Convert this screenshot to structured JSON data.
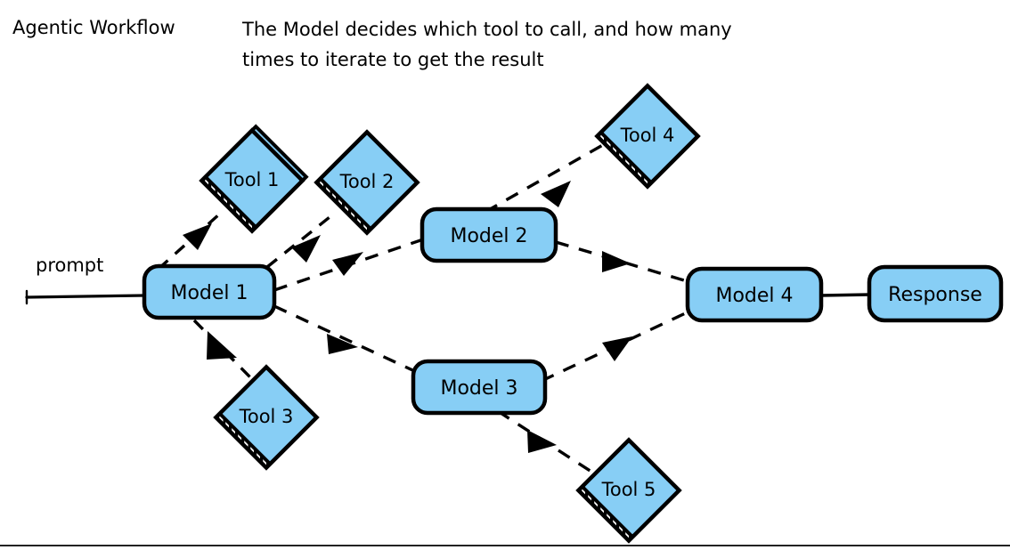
{
  "header": {
    "title": "Agentic Workflow",
    "description_line_1": "The Model decides which tool to call, and how many",
    "description_line_2": "times to iterate to get the result"
  },
  "colors": {
    "node_fill": "#87CEF5",
    "node_stroke": "#000000",
    "edge": "#000000",
    "text": "#000000",
    "background": "#ffffff",
    "footer_rule": "#222222"
  },
  "labels": {
    "prompt": "prompt",
    "response": "Response"
  },
  "nodes": {
    "models": [
      {
        "id": "model-1",
        "label": "Model 1"
      },
      {
        "id": "model-2",
        "label": "Model 2"
      },
      {
        "id": "model-3",
        "label": "Model 3"
      },
      {
        "id": "model-4",
        "label": "Model 4"
      },
      {
        "id": "response",
        "label": "Response"
      }
    ],
    "tools": [
      {
        "id": "tool-1",
        "label": "Tool 1"
      },
      {
        "id": "tool-2",
        "label": "Tool 2"
      },
      {
        "id": "tool-3",
        "label": "Tool 3"
      },
      {
        "id": "tool-4",
        "label": "Tool 4"
      },
      {
        "id": "tool-5",
        "label": "Tool 5"
      }
    ]
  },
  "edges": {
    "solid": [
      {
        "id": "prompt-to-model-1",
        "from": "prompt",
        "to": "Model 1"
      },
      {
        "id": "model-4-to-response",
        "from": "Model 4",
        "to": "Response"
      }
    ],
    "dashed": [
      {
        "id": "model-1-to-tool-1",
        "from": "Model 1",
        "to": "Tool 1"
      },
      {
        "id": "model-1-to-tool-2",
        "from": "Model 1",
        "to": "Tool 2"
      },
      {
        "id": "model-1-to-tool-3",
        "from": "Model 1",
        "to": "Tool 3"
      },
      {
        "id": "model-1-to-model-2",
        "from": "Model 1",
        "to": "Model 2"
      },
      {
        "id": "model-1-to-model-3",
        "from": "Model 1",
        "to": "Model 3"
      },
      {
        "id": "model-2-to-tool-4",
        "from": "Model 2",
        "to": "Tool 4"
      },
      {
        "id": "model-2-to-model-4",
        "from": "Model 2",
        "to": "Model 4"
      },
      {
        "id": "model-3-to-tool-5",
        "from": "Model 3",
        "to": "Tool 5"
      },
      {
        "id": "model-3-to-model-4",
        "from": "Model 3",
        "to": "Model 4"
      }
    ]
  }
}
